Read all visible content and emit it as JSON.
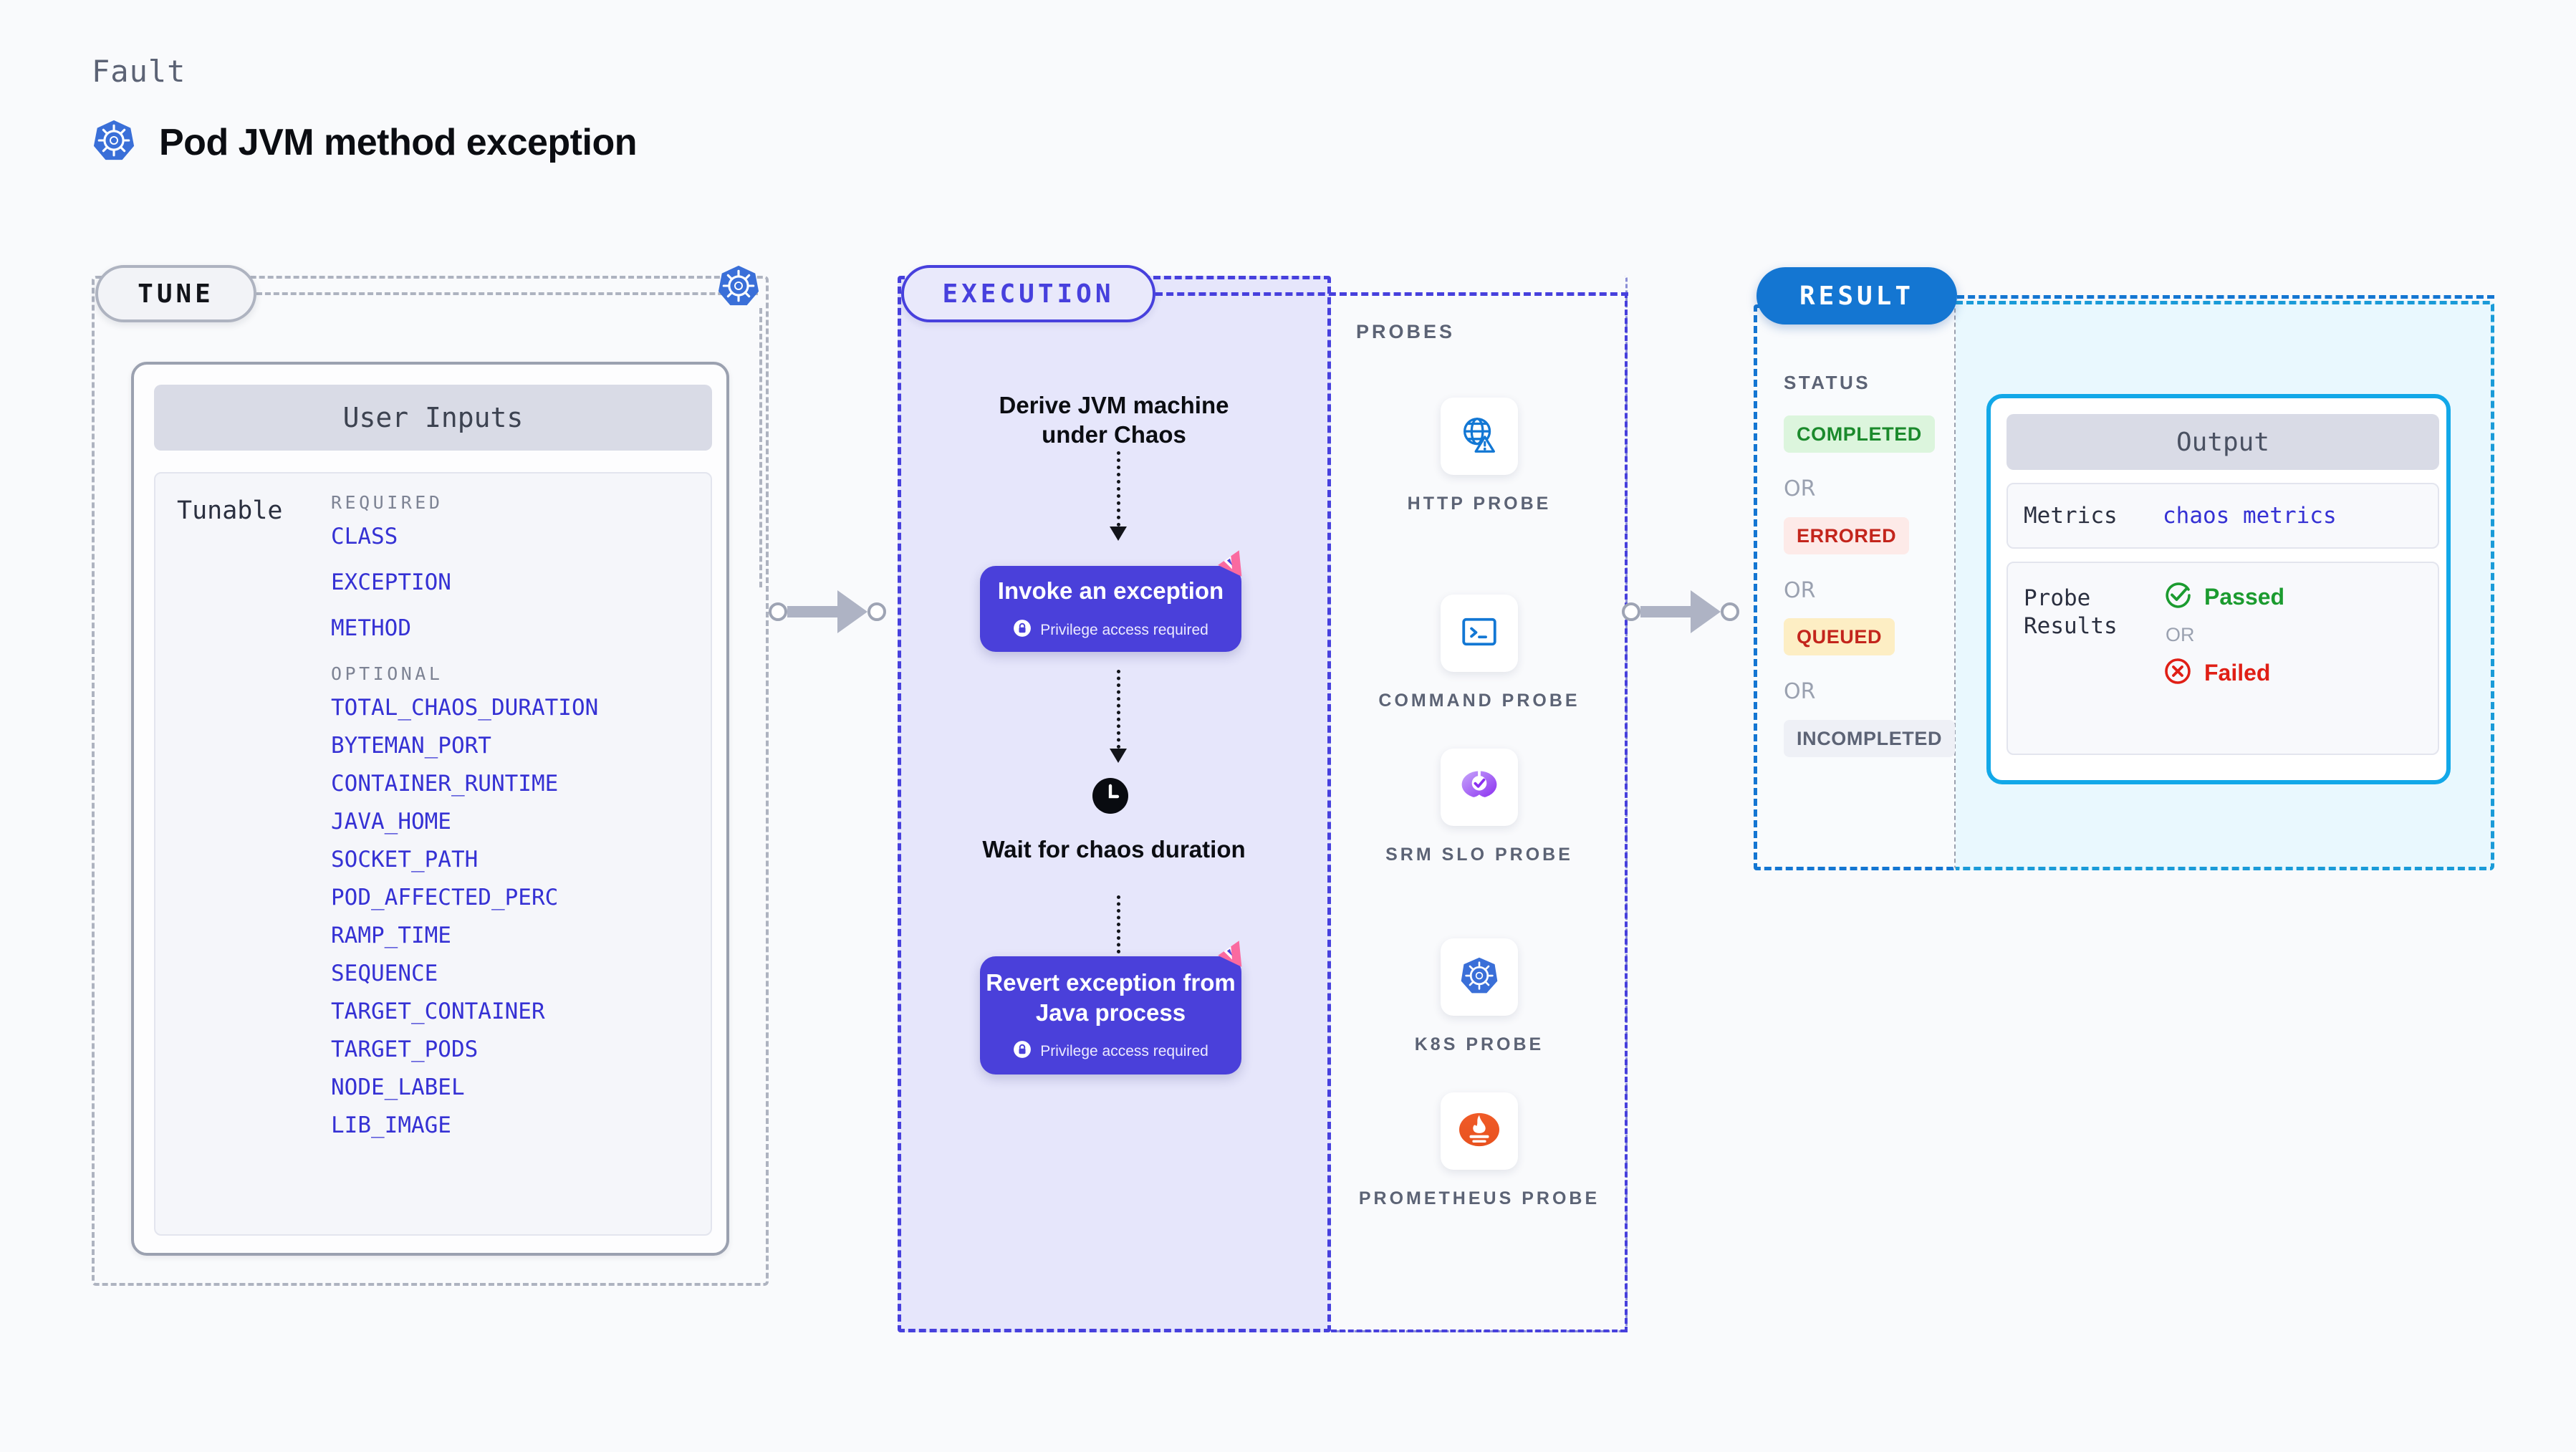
{
  "header": {
    "kicker": "Fault",
    "title": "Pod JVM method exception",
    "icon": "kubernetes-icon"
  },
  "tune": {
    "badge": "TUNE",
    "platform_icon": "kubernetes-icon",
    "card_title": "User Inputs",
    "tunable_label": "Tunable",
    "required_label": "REQUIRED",
    "optional_label": "OPTIONAL",
    "required": [
      "CLASS",
      "EXCEPTION",
      "METHOD"
    ],
    "optional": [
      "TOTAL_CHAOS_DURATION",
      "BYTEMAN_PORT",
      "CONTAINER_RUNTIME",
      "JAVA_HOME",
      "SOCKET_PATH",
      "POD_AFFECTED_PERC",
      "RAMP_TIME",
      "SEQUENCE",
      "TARGET_CONTAINER",
      "TARGET_PODS",
      "NODE_LABEL",
      "LIB_IMAGE"
    ]
  },
  "execution": {
    "badge": "EXECUTION",
    "step_title": "Derive JVM machine under Chaos",
    "box1": {
      "title": "Invoke an exception",
      "note": "Privilege access required",
      "note_icon": "lock-icon",
      "corner_icon": "chaos-flag-icon"
    },
    "wait": {
      "icon": "clock-icon",
      "title": "Wait for chaos duration"
    },
    "box2": {
      "title": "Revert exception from Java process",
      "note": "Privilege access required",
      "note_icon": "lock-icon",
      "corner_icon": "chaos-flag-icon"
    }
  },
  "probes": {
    "title": "PROBES",
    "items": [
      {
        "label": "HTTP PROBE",
        "icon": "globe-warning-icon"
      },
      {
        "label": "COMMAND PROBE",
        "icon": "terminal-icon"
      },
      {
        "label": "SRM SLO PROBE",
        "icon": "srm-slo-icon"
      },
      {
        "label": "K8S PROBE",
        "icon": "kubernetes-icon"
      },
      {
        "label": "PROMETHEUS PROBE",
        "icon": "prometheus-icon"
      }
    ]
  },
  "result": {
    "badge": "RESULT",
    "status_title": "STATUS",
    "or_label": "OR",
    "statuses": [
      {
        "label": "COMPLETED",
        "bg": "#dcf5dd",
        "fg": "#1b8a2c"
      },
      {
        "label": "ERRORED",
        "bg": "#fdeae8",
        "fg": "#c3251c"
      },
      {
        "label": "QUEUED",
        "bg": "#fdeec4",
        "fg": "#c3251c"
      },
      {
        "label": "INCOMPLETED",
        "bg": "#eef0f6",
        "fg": "#5c6375"
      }
    ],
    "output": {
      "title": "Output",
      "metrics_key": "Metrics",
      "metrics_value": "chaos metrics",
      "probe_key": "Probe Results",
      "passed": "Passed",
      "failed": "Failed",
      "or_label": "OR",
      "passed_icon": "check-circle-icon",
      "failed_icon": "x-circle-icon"
    }
  },
  "colors": {
    "page_bg": "#f9fafc",
    "tune_border": "#aeb3c0",
    "exec_accent": "#4740dd",
    "exec_bg": "#e6e6fb",
    "result_accent": "#1476d2",
    "output_accent": "#12a8e8",
    "output_bg": "#e9f8fe",
    "tunable_text": "#3531d4",
    "chaos_flag": "#fa6aa0"
  }
}
